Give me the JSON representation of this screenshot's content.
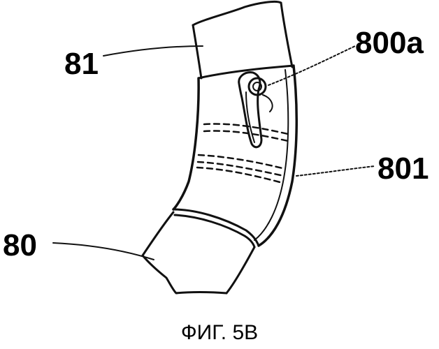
{
  "figure": {
    "caption": "ФИГ. 5B",
    "labels": {
      "tube_upper": "81",
      "tube_lower": "80",
      "sleeve": "801",
      "pin_slot": "800a"
    }
  }
}
